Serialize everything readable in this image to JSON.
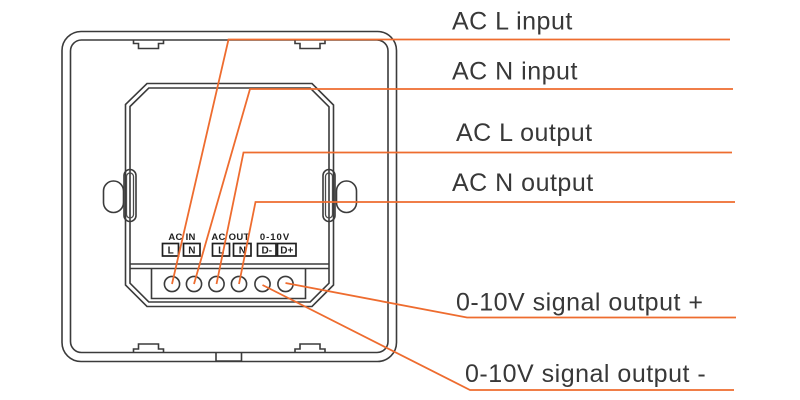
{
  "diagram": {
    "type": "device-wiring-diagram",
    "device": "wall panel dimmer (back view)",
    "accent_color": "#ee6c2f",
    "line_color": "#3b3b3b"
  },
  "terminal_block": {
    "groups": [
      {
        "name": "AC IN",
        "terminals": [
          "L",
          "N"
        ]
      },
      {
        "name": "AC OUT",
        "terminals": [
          "L",
          "N"
        ]
      },
      {
        "name": "0-10V",
        "terminals": [
          "D-",
          "D+"
        ]
      }
    ]
  },
  "callouts": [
    {
      "label": "AC L input"
    },
    {
      "label": "AC N input"
    },
    {
      "label": "AC L output"
    },
    {
      "label": "AC N output"
    },
    {
      "label": "0-10V signal output +"
    },
    {
      "label": "0-10V signal output -"
    }
  ]
}
